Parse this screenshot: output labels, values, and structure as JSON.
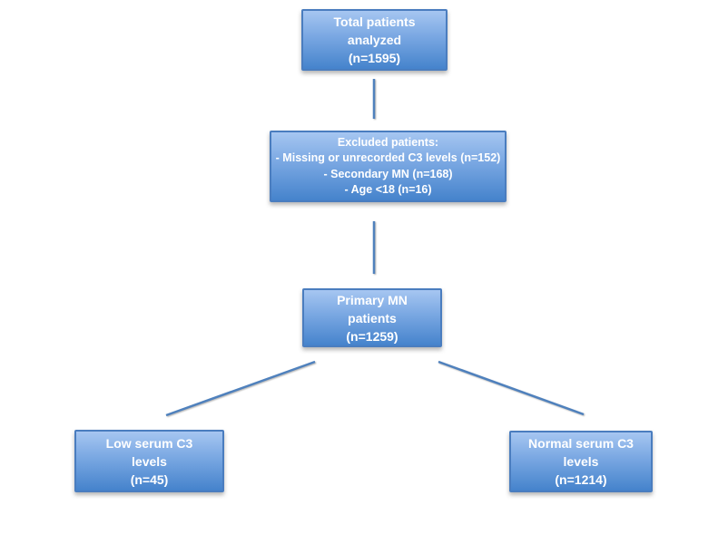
{
  "colors": {
    "box_fill_top": "#a6c6f1",
    "box_fill_bottom": "#4583cc",
    "box_border": "#4a7dbf",
    "connector": "#4f81bd",
    "box_text": "#ffffff",
    "background": "#ffffff"
  },
  "nodes": {
    "total": {
      "lines": [
        "Total patients",
        "analyzed",
        "(n=1595)"
      ]
    },
    "excluded": {
      "lines": [
        "Excluded patients:",
        "- Missing or unrecorded C3 levels (n=152)",
        "- Secondary MN (n=168)",
        "- Age <18 (n=16)"
      ]
    },
    "primary": {
      "lines": [
        "Primary MN",
        "patients",
        "(n=1259)"
      ]
    },
    "low_c3": {
      "lines": [
        "Low serum C3",
        "levels",
        "(n=45)"
      ]
    },
    "normal_c3": {
      "lines": [
        "Normal serum C3",
        "levels",
        "(n=1214)"
      ]
    }
  }
}
